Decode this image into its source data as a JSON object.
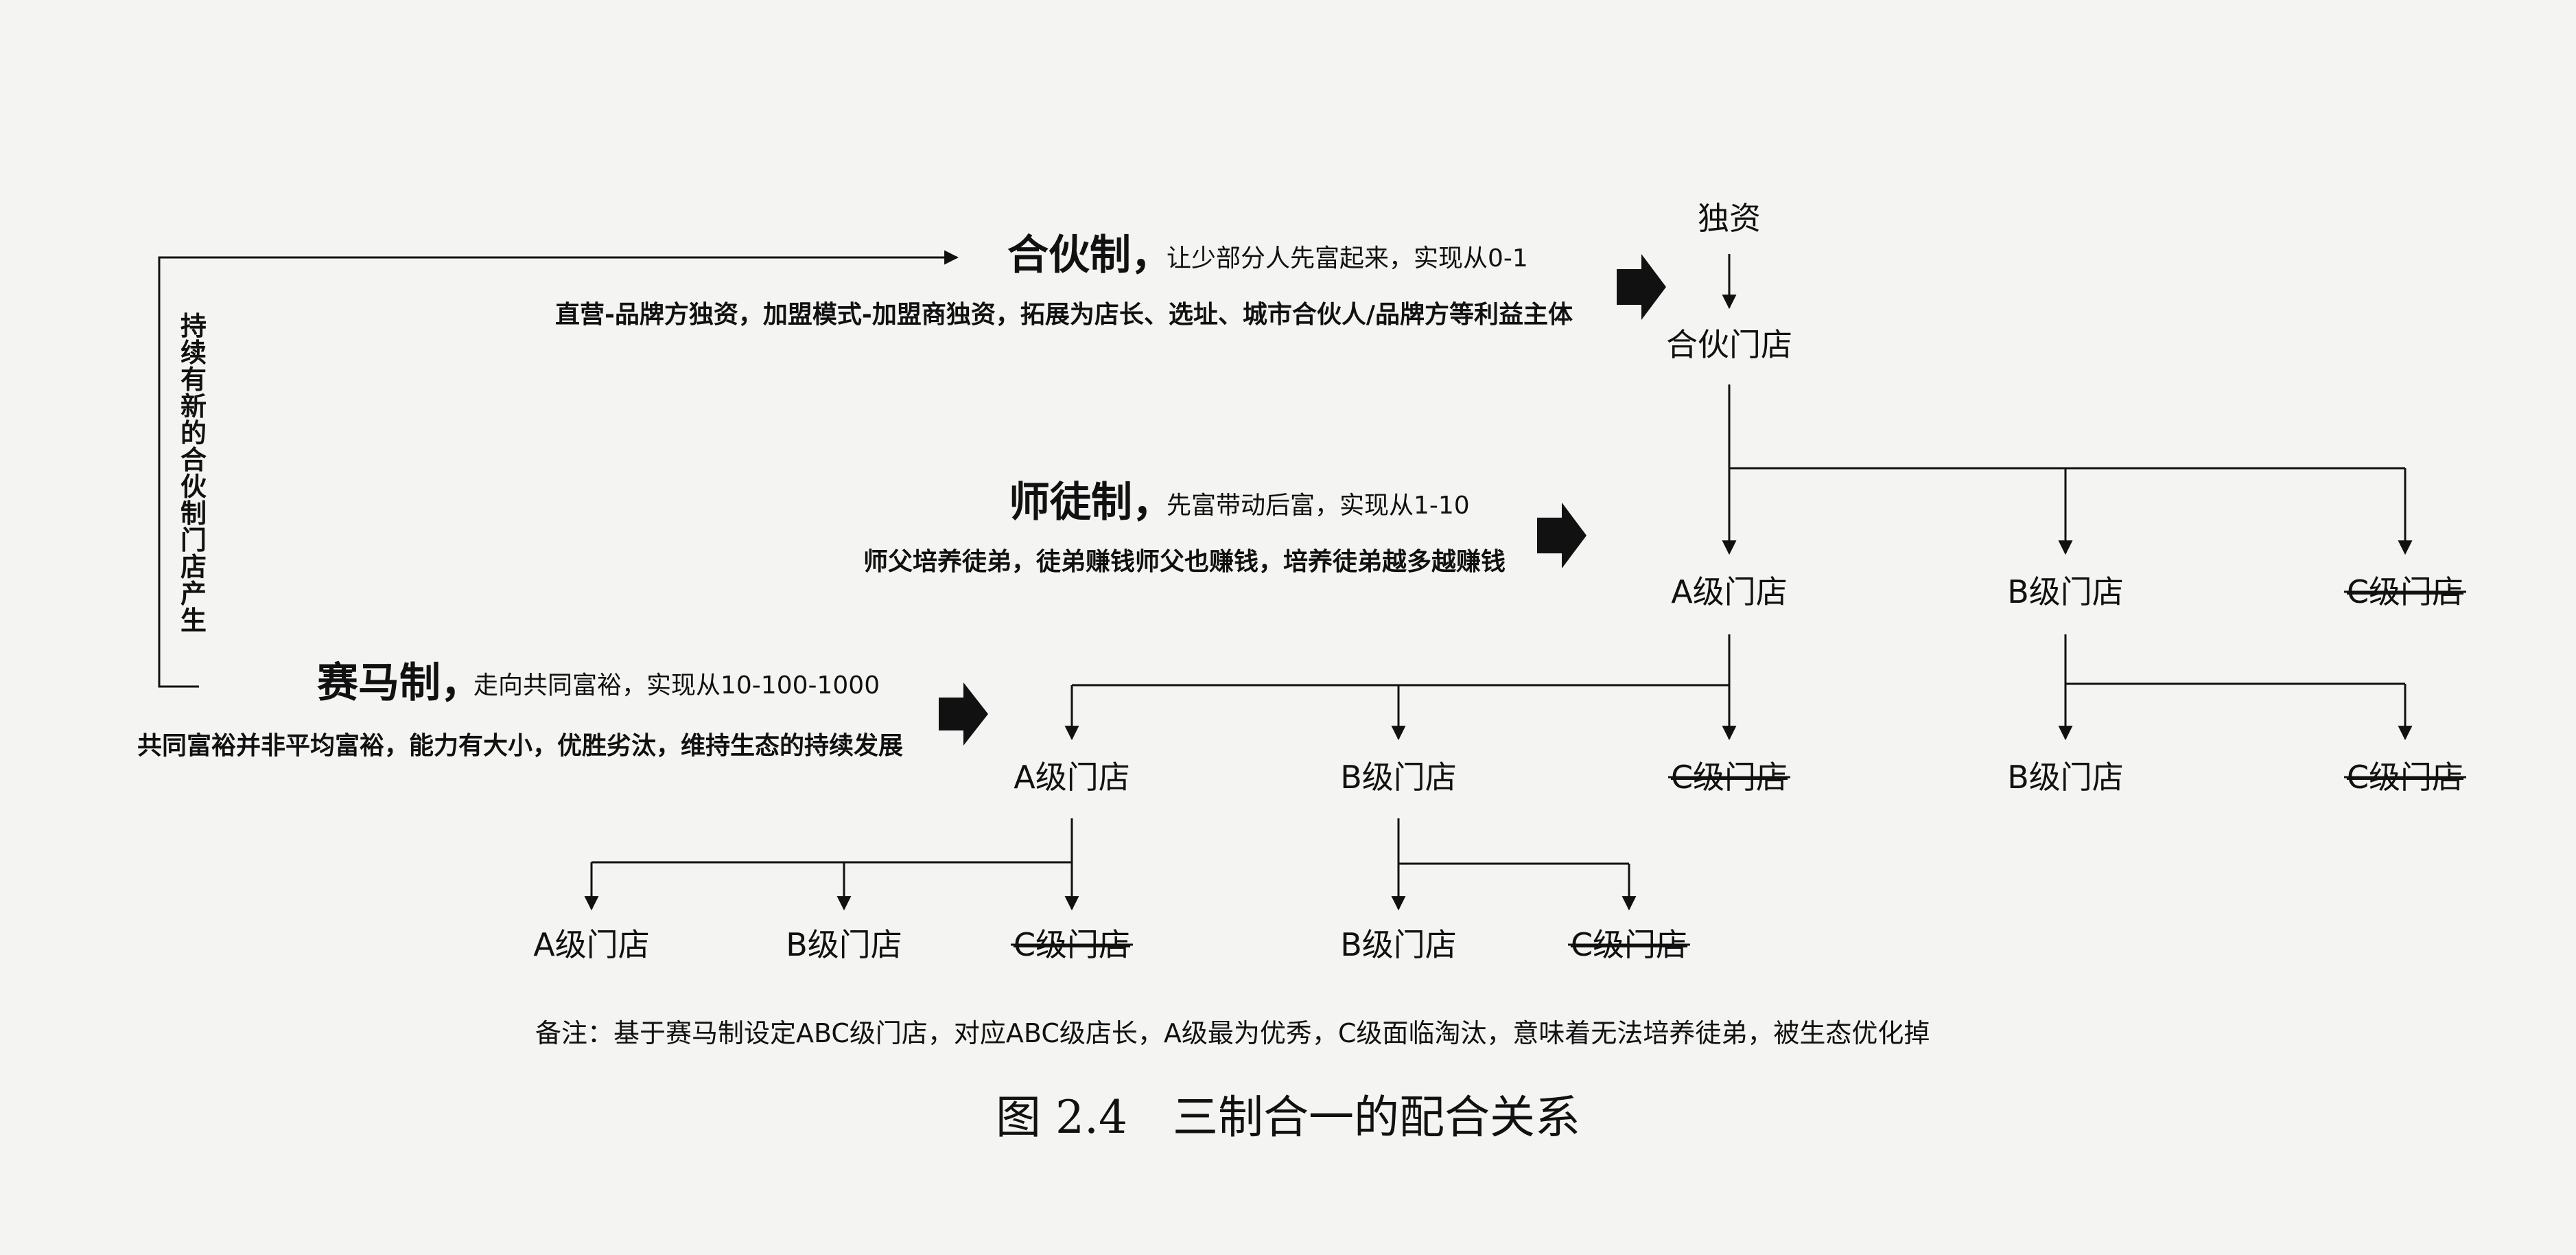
{
  "diagram": {
    "sections": {
      "partnership": {
        "heading": "合伙制，",
        "sub": "让少部分人先富起来，实现从0-1",
        "desc": "直营-品牌方独资，加盟模式-加盟商独资，拓展为店长、选址、城市合伙人/品牌方等利益主体"
      },
      "mentor": {
        "heading": "师徒制，",
        "sub": "先富带动后富，实现从1-10",
        "desc": "师父培养徒弟，徒弟赚钱师父也赚钱，培养徒弟越多越赚钱"
      },
      "race": {
        "heading": "赛马制，",
        "sub": "走向共同富裕，实现从10-100-1000",
        "desc": "共同富裕并非平均富裕，能力有大小，优胜劣汰，维持生态的持续发展"
      }
    },
    "loop_label": "持续有新的合伙制门店产生",
    "nodes": {
      "sole": "独资",
      "partner_store": "合伙门店",
      "l1_a": "A级门店",
      "l1_b": "B级门店",
      "l1_c": "C级门店",
      "l2_a": "A级门店",
      "l2_b": "B级门店",
      "l2_c": "C级门店",
      "l2_bb": "B级门店",
      "l2_bc": "C级门店",
      "l3_a": "A级门店",
      "l3_b": "B级门店",
      "l3_c": "C级门店",
      "l3_bb": "B级门店",
      "l3_bc": "C级门店"
    },
    "note": "备注：基于赛马制设定ABC级门店，对应ABC级店长，A级最为优秀，C级面临淘汰，意味着无法培养徒弟，被生态优化掉",
    "caption": "图 2.4　三制合一的配合关系"
  }
}
